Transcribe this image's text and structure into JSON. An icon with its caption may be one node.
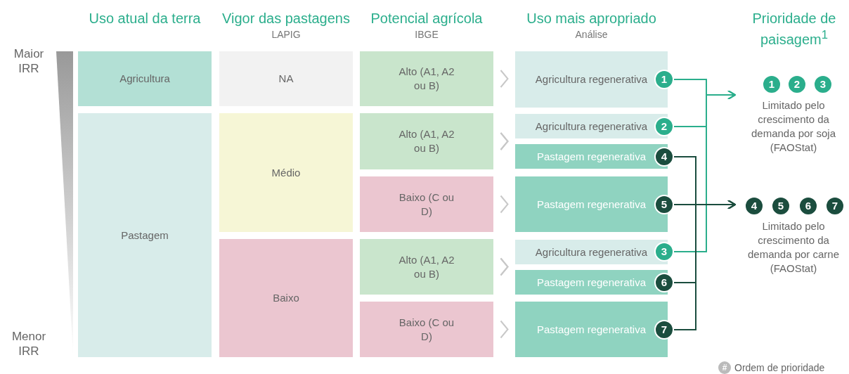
{
  "diagram": {
    "nodes": [
      {
        "text": [
          "Agricultura"
        ]
      },
      {
        "text": [
          "Pastagem"
        ]
      },
      {
        "text": [
          "NA"
        ]
      },
      {
        "text": [
          "Médio"
        ]
      },
      {
        "text": [
          "Baixo"
        ]
      },
      {
        "text": [
          "Alto (A1, A2 ou B)"
        ]
      },
      {
        "text": [
          "Alto (A1, A2 ou B)"
        ]
      },
      {
        "text": [
          "Baixo (C ou D)"
        ]
      },
      {
        "text": [
          "Alto (A1, A2 ou B)"
        ]
      },
      {
        "text": [
          "Baixo (C ou D)"
        ]
      },
      {
        "text": [
          "Agricultura regenerativa"
        ]
      },
      {
        "text": [
          "Agricultura regenerativa"
        ]
      },
      {
        "text": [
          "Pastagem regenerativa"
        ]
      },
      {
        "text": [
          "Pastagem regenerativa"
        ]
      },
      {
        "text": [
          "Agricultura regenerativa"
        ]
      },
      {
        "text": [
          "Pastagem regenerativa"
        ]
      },
      {
        "text": [
          "Pastagem regenerativa"
        ]
      },
      {
        "text": [
          "1"
        ]
      },
      {
        "text": [
          "2"
        ]
      },
      {
        "text": [
          "4"
        ]
      },
      {
        "text": [
          "5"
        ]
      },
      {
        "text": [
          "3"
        ]
      },
      {
        "text": [
          "6"
        ]
      },
      {
        "text": [
          "7"
        ]
      },
      {
        "text": [
          "Limitado pelo crescimento da demanda por soja (FAOStat)"
        ]
      },
      {
        "text": [
          "1"
        ],
        "in": 24
      },
      {
        "text": [
          "2"
        ],
        "in": 24
      },
      {
        "text": [
          "3"
        ],
        "in": 24
      },
      {
        "text": [
          "Limitado pelo crescimento da demanda por carne (FAOStat)"
        ]
      },
      {
        "text": [
          "4"
        ],
        "in": 28
      },
      {
        "text": [
          "5"
        ],
        "in": 28
      },
      {
        "text": [
          "6"
        ],
        "in": 28
      },
      {
        "text": [
          "7"
        ],
        "in": 28
      },
      {
        "text": [],
        "shape": "triangle"
      }
    ],
    "edges": [
      {
        "from": 5,
        "to": 10,
        "arrow": "to"
      },
      {
        "from": 6,
        "to": 11,
        "arrow": "to"
      },
      {
        "from": 6,
        "to": 12,
        "arrow": "to"
      },
      {
        "from": 7,
        "to": 13,
        "arrow": "to"
      },
      {
        "from": 8,
        "to": 14,
        "arrow": "to"
      },
      {
        "from": 8,
        "to": 15,
        "arrow": "to"
      },
      {
        "from": 9,
        "to": 16,
        "arrow": "to"
      },
      {
        "from": 17,
        "to": 24,
        "arrow": "to",
        "color": "#2bae8c"
      },
      {
        "from": 18,
        "to": 24,
        "arrow": "to",
        "color": "#2bae8c"
      },
      {
        "from": 21,
        "to": 24,
        "arrow": "to",
        "color": "#2bae8c"
      },
      {
        "from": 19,
        "to": 28,
        "arrow": "to",
        "color": "#1b4d3e"
      },
      {
        "from": 20,
        "to": 28,
        "arrow": "to",
        "color": "#1b4d3e"
      },
      {
        "from": 22,
        "to": 28,
        "arrow": "to",
        "color": "#1b4d3e"
      },
      {
        "from": 23,
        "to": 28,
        "arrow": "to",
        "color": "#1b4d3e"
      }
    ],
    "labels": [
      "Uso atual da terra",
      "Vigor das pastagens",
      "LAPIG",
      "Potencial agrícola",
      "IBGE",
      "Uso mais apropriado",
      "Análise",
      "Prioridade de paisagem$^{1}$",
      "Maior IRR",
      "Menor IRR",
      "#"
    ],
    "legend": [
      {
        "text": "Ordem de prioridade"
      }
    ]
  }
}
